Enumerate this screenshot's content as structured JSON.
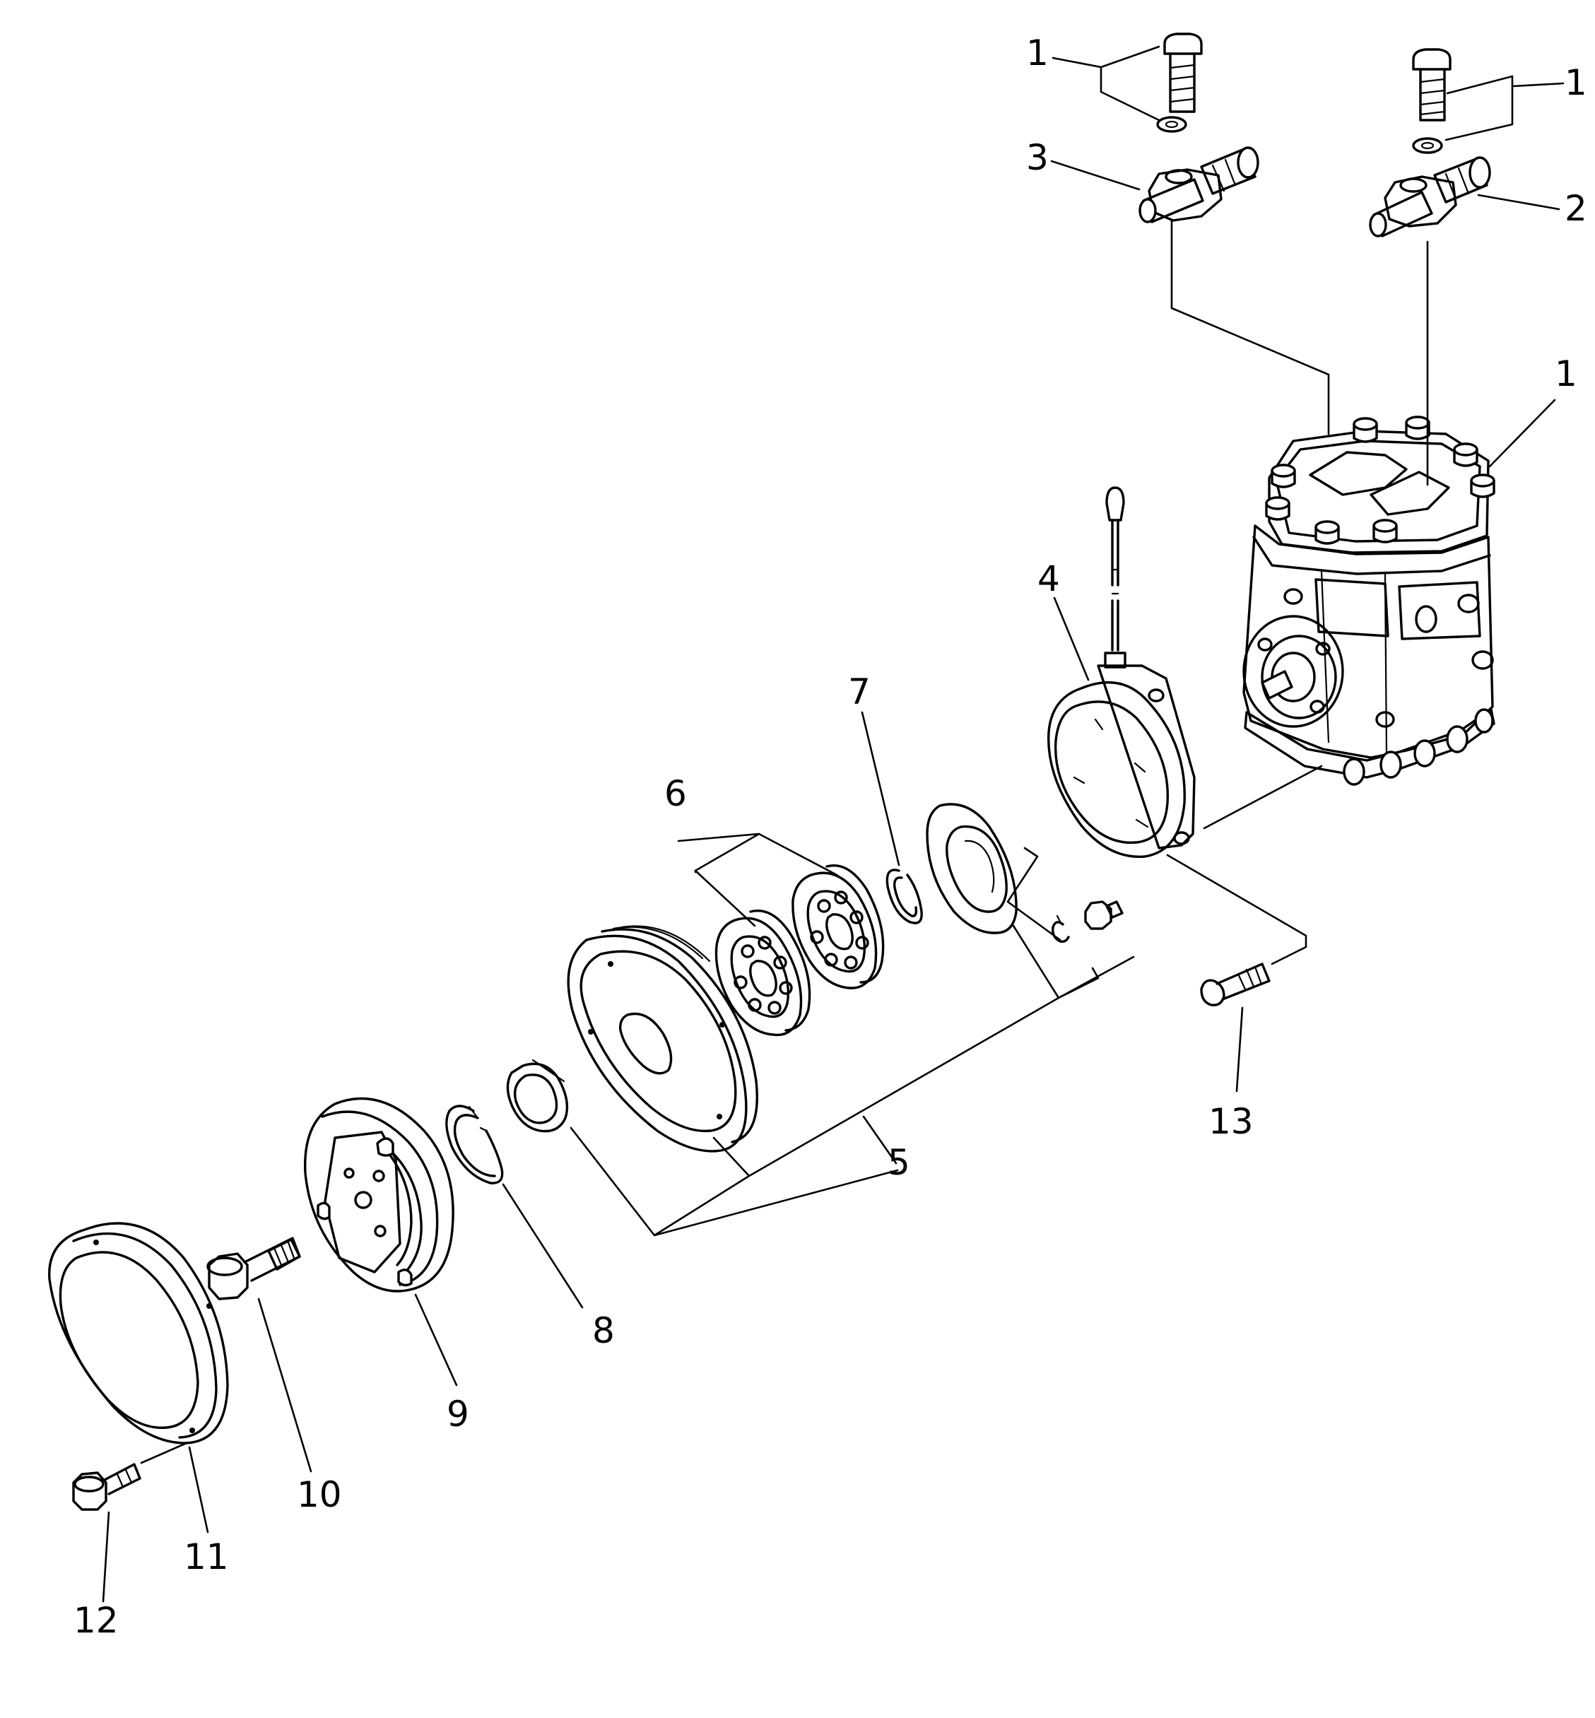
{
  "callouts": {
    "c1a": "1",
    "c1b": "1",
    "c1c": "1",
    "c2": "2",
    "c3": "3",
    "c4": "4",
    "c5": "5",
    "c6": "6",
    "c7": "7",
    "c8": "8",
    "c9": "9",
    "c10": "10",
    "c11": "11",
    "c12": "12",
    "c13": "13"
  },
  "icons": {
    "compressor": "compressor-icon",
    "fitting": "fitting-icon",
    "bolt": "bolt-icon",
    "washer": "washer-icon",
    "field-coil": "field-coil-icon",
    "pulley": "pulley-icon",
    "bearing": "bearing-icon",
    "snap-ring": "snap-ring-icon",
    "armature-plate": "armature-plate-icon",
    "cover": "cover-icon"
  },
  "colors": {
    "line": "#000000",
    "background": "#ffffff"
  }
}
